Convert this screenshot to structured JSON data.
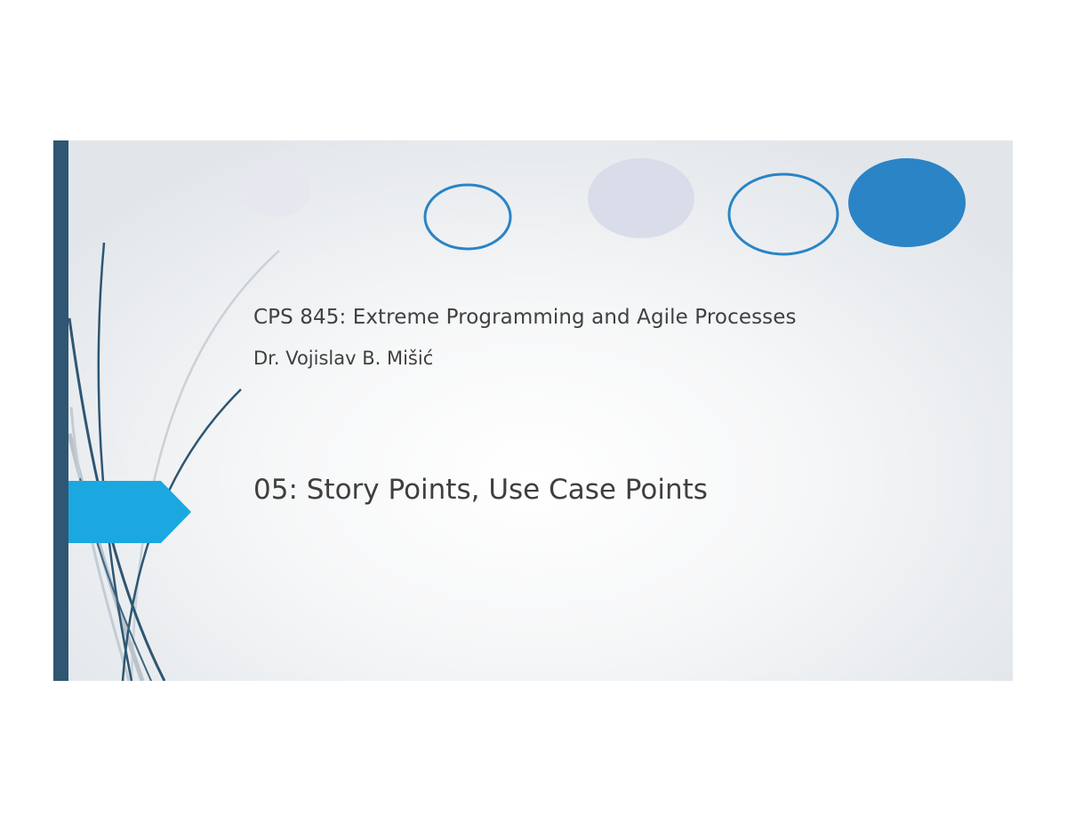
{
  "slide": {
    "course_title": "CPS 845: Extreme Programming and Agile Processes",
    "instructor": "Dr. Vojislav B. Mišić",
    "lecture_title": "05: Story Points, Use Case Points"
  },
  "colors": {
    "sidebar": "#2f5672",
    "accent": "#1ba8e0",
    "circle_blue": "#2a84c6",
    "circle_lavender": "#d9dde9",
    "text": "#404040"
  }
}
